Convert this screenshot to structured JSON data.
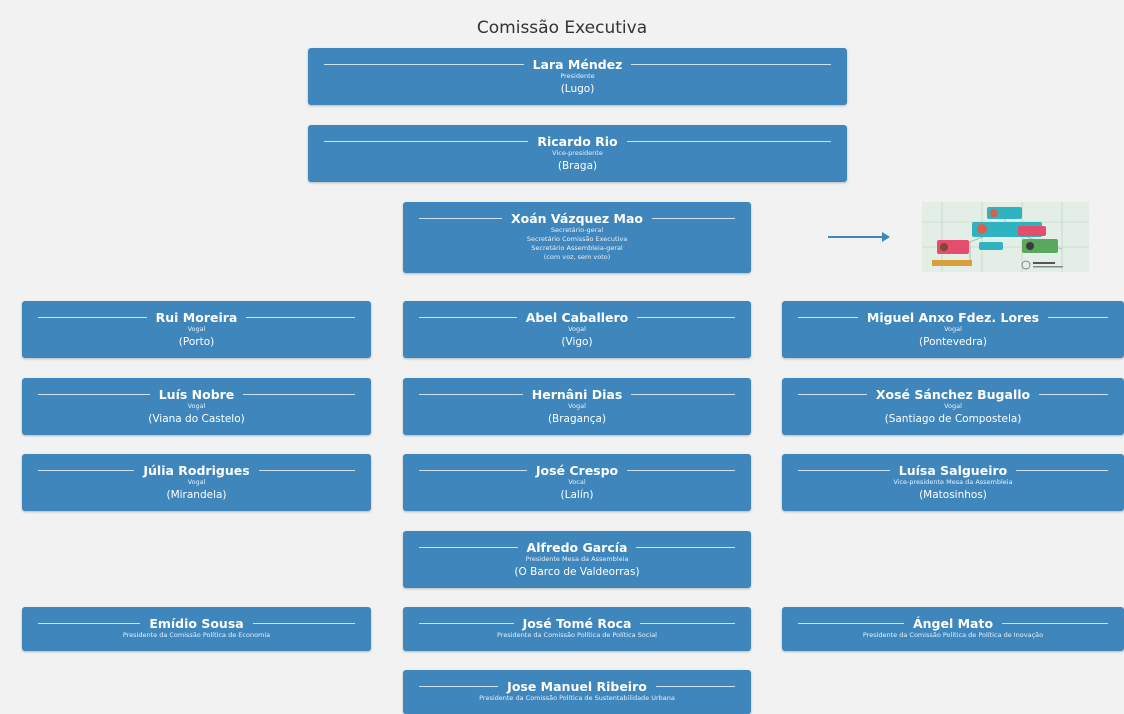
{
  "title": "Comissão Executiva",
  "colors": {
    "card": "#3f86bd",
    "arrow": "#3f86bd",
    "background": "#f2f2f2"
  },
  "members": [
    {
      "name": "Lara Méndez",
      "role": [
        "Presidente"
      ],
      "location": "(Lugo)"
    },
    {
      "name": "Ricardo Rio",
      "role": [
        "Vice-presidente"
      ],
      "location": "(Braga)"
    },
    {
      "name": "Xoán Vázquez Mao",
      "role": [
        "Secretário-geral",
        "Secretário Comissão Executiva",
        "Secretário Assembleia-geral",
        "(com voz, sem voto)"
      ],
      "location": ""
    },
    {
      "name": "Rui Moreira",
      "role": [
        "Vogal"
      ],
      "location": "(Porto)"
    },
    {
      "name": "Abel Caballero",
      "role": [
        "Vogal"
      ],
      "location": "(Vigo)"
    },
    {
      "name": "Miguel Anxo Fdez. Lores",
      "role": [
        "Vogal"
      ],
      "location": "(Pontevedra)"
    },
    {
      "name": "Luís Nobre",
      "role": [
        "Vogal"
      ],
      "location": "(Viana do Castelo)"
    },
    {
      "name": "Hernâni Dias",
      "role": [
        "Vogal"
      ],
      "location": "(Bragança)"
    },
    {
      "name": "Xosé Sánchez Bugallo",
      "role": [
        "Vogal"
      ],
      "location": "(Santiago de Compostela)"
    },
    {
      "name": "Júlia Rodrigues",
      "role": [
        "Vogal"
      ],
      "location": "(Mirandela)"
    },
    {
      "name": "José Crespo",
      "role": [
        "Vocal"
      ],
      "location": "(Lalín)"
    },
    {
      "name": "Luísa Salgueiro",
      "role": [
        "Vice-presidente Mesa da Assembleia"
      ],
      "location": "(Matosinhos)"
    },
    {
      "name": "Alfredo García",
      "role": [
        "Presidente Mesa da Assembleia"
      ],
      "location": "(O Barco de Valdeorras)"
    },
    {
      "name": "Emídio Sousa",
      "role": [
        "Presidente da Comissão Política de Economia"
      ],
      "location": ""
    },
    {
      "name": "José Tomé Roca",
      "role": [
        "Presidente da Comissão Política de Política Social"
      ],
      "location": ""
    },
    {
      "name": "Ángel Mato",
      "role": [
        "Presidente da Comissão Política de Política de Inovação"
      ],
      "location": ""
    },
    {
      "name": "Jose Manuel Ribeiro",
      "role": [
        "Presidente da Comissão Política de Sustentabilidade Urbana"
      ],
      "location": ""
    }
  ]
}
